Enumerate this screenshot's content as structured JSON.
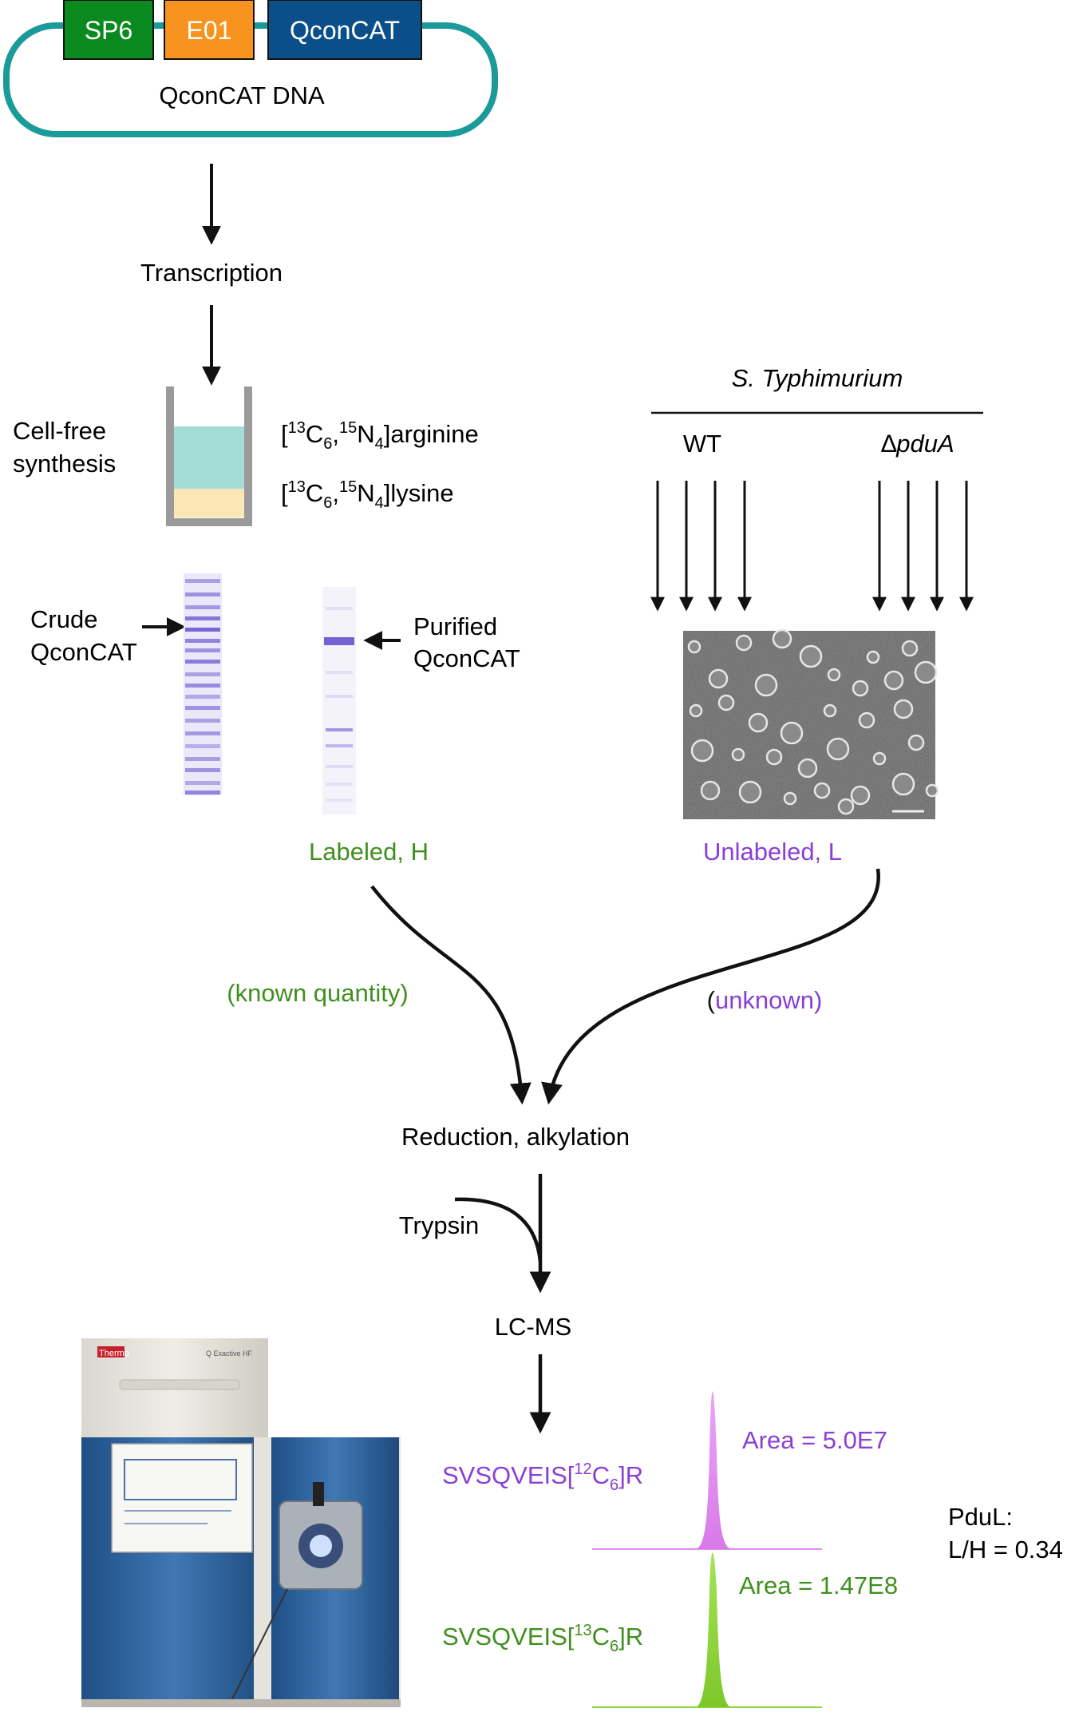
{
  "plasmid": {
    "boxes": [
      {
        "label": "SP6",
        "color": "#0a8a1e"
      },
      {
        "label": "E01",
        "color": "#f7931e"
      },
      {
        "label": "QconCAT",
        "color": "#0b4f8a"
      }
    ],
    "label": "QconCAT DNA",
    "ring_color": "#1a9a99"
  },
  "steps": {
    "transcription": "Transcription",
    "cell_free": [
      "Cell-free",
      "synthesis"
    ],
    "reduction": "Reduction, alkylation",
    "trypsin": "Trypsin",
    "lcms": "LC-MS"
  },
  "isotopes": {
    "arginine": {
      "pre": "[",
      "sup1": "13",
      "c": "C",
      "sub1": "6",
      "comma": ",",
      "sup2": "15",
      "n": "N",
      "sub2": "4",
      "post": "]arginine"
    },
    "lysine": {
      "pre": "[",
      "sup1": "13",
      "c": "C",
      "sub1": "6",
      "comma": ",",
      "sup2": "15",
      "n": "N",
      "sub2": "4",
      "post": "]lysine"
    }
  },
  "tube": {
    "top_color": "#a6dcd8",
    "bottom_color": "#fbe6b6",
    "wall_color": "#9a9a9a"
  },
  "gels": {
    "crude_label": [
      "Crude",
      "QconCAT"
    ],
    "purified_label": [
      "Purified",
      "QconCAT"
    ],
    "band_color": "#6a5ad0"
  },
  "organism": {
    "name": "S. Typhimurium",
    "wt": "WT",
    "mutant_symbol": "∆",
    "mutant": "pduA",
    "micrograph": "electron-micrograph"
  },
  "labels": {
    "labeled": "Labeled, H",
    "unlabeled": "Unlabeled, L",
    "known": "(known quantity)",
    "unknown_open": "(",
    "unknown": "unknown)"
  },
  "colors": {
    "green": "#3f8f1f",
    "purple": "#8a3fd6",
    "light_green": "#8dd83a",
    "light_purple": "#e08ef0"
  },
  "peptides": {
    "light": {
      "pre": "SVSQVEIS[",
      "sup": "12",
      "c": "C",
      "sub": "6",
      "post": "]R"
    },
    "heavy": {
      "pre": "SVSQVEIS[",
      "sup": "13",
      "c": "C",
      "sub": "6",
      "post": "]R"
    }
  },
  "areas": {
    "light": "Area = 5.0E7",
    "heavy": "Area = 1.47E8"
  },
  "result": {
    "protein": "PduL:",
    "ratio": "L/H = 0.34"
  },
  "instrument": {
    "brand": "Thermo",
    "model": "Q Exactive HF"
  }
}
